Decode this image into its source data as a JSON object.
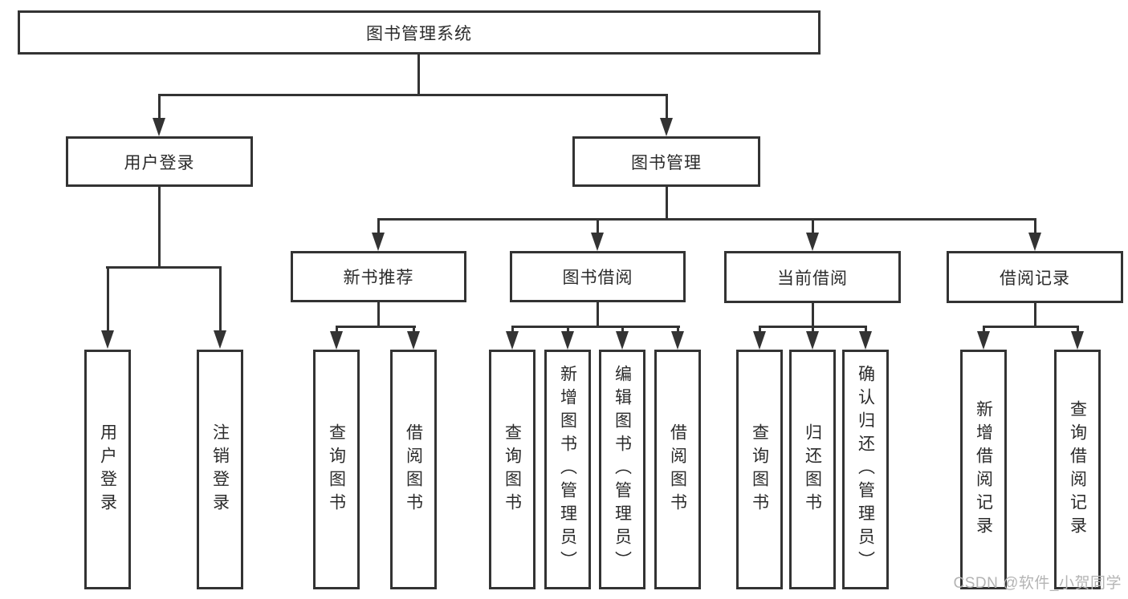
{
  "diagram": {
    "root": {
      "label": "图书管理系统"
    },
    "level2": {
      "user_login": {
        "label": "用户登录"
      },
      "book_management": {
        "label": "图书管理"
      }
    },
    "level3": {
      "new_book_recommend": {
        "label": "新书推荐"
      },
      "book_borrow": {
        "label": "图书借阅"
      },
      "current_borrow": {
        "label": "当前借阅"
      },
      "borrow_record": {
        "label": "借阅记录"
      }
    },
    "leaves": {
      "user_login": {
        "label": "用户登录"
      },
      "logout": {
        "label": "注销登录"
      },
      "recommend_query_book": {
        "label": "查询图书"
      },
      "recommend_borrow_book": {
        "label": "借阅图书"
      },
      "borrow_query_book": {
        "label": "查询图书"
      },
      "borrow_add_book_admin": {
        "label": "新增图书（管理员）"
      },
      "borrow_edit_book_admin": {
        "label": "编辑图书（管理员）"
      },
      "borrow_borrow_book": {
        "label": "借阅图书"
      },
      "current_query_book": {
        "label": "查询图书"
      },
      "current_return_book": {
        "label": "归还图书"
      },
      "current_confirm_return_admin": {
        "label": "确认归还（管理员）"
      },
      "record_add_record": {
        "label": "新增借阅记录"
      },
      "record_query_record": {
        "label": "查询借阅记录"
      }
    }
  },
  "watermark": {
    "text": "CSDN @软件_小贺同学",
    "color": "#b4b4b4"
  },
  "colors": {
    "line": "#333333",
    "box_border": "#333333",
    "box_fill": "#ffffff",
    "text": "#2b2b2b",
    "background": "#ffffff"
  }
}
